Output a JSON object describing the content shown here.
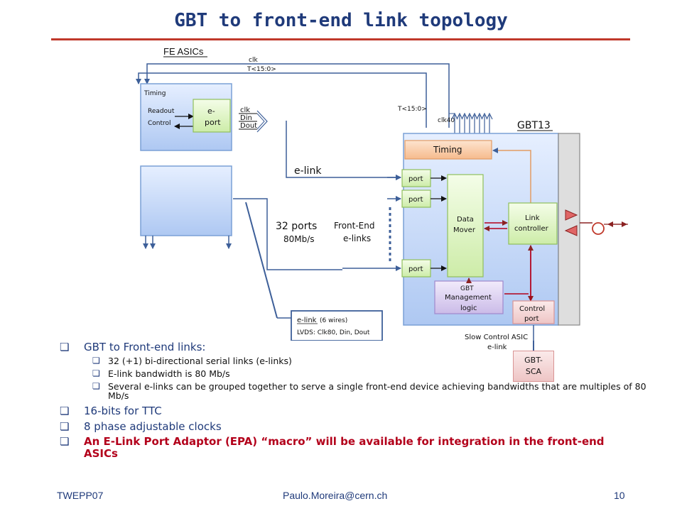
{
  "title": "GBT to front-end link topology",
  "diagram": {
    "fe_asics": "FE ASICs",
    "clk_top": "clk",
    "t_bus_top": "T<15:0>",
    "timing_small": "Timing",
    "readout": "Readout",
    "control": "Control",
    "eport_line1": "e-",
    "eport_line2": "port",
    "sig_clk": "clk",
    "sig_din": "Din",
    "sig_dout": "Dout",
    "elink": "e-link",
    "ports_32": "32 ports",
    "mbps_80": "80Mb/s",
    "fe_elinks_1": "Front-End",
    "fe_elinks_2": "e-links",
    "t_bus_right": "T<15:0>",
    "clk40": "clk40",
    "gbt13": "GBT13",
    "timing_block": "Timing",
    "port": "port",
    "data_mover_1": "Data",
    "data_mover_2": "Mover",
    "link_ctrl_1": "Link",
    "link_ctrl_2": "controller",
    "gbt_mgmt_1": "GBT",
    "gbt_mgmt_2": "Management",
    "gbt_mgmt_3": "logic",
    "ctrl_port_1": "Control",
    "ctrl_port_2": "port",
    "slow_ctrl_1": "Slow Control ASIC",
    "slow_ctrl_2": "e-link",
    "gbt_sca_1": "GBT-",
    "gbt_sca_2": "SCA",
    "legend_title": "e-link",
    "legend_wires": "(6 wires)",
    "legend_lvds": "LVDS:  Clk80, Din, Dout"
  },
  "bullets": {
    "b1": "GBT to Front-end links:",
    "b1_1": "32 (+1) bi-directional serial links (e-links)",
    "b1_2": "E-link bandwidth is 80 Mb/s",
    "b1_3": "Several e-links can be grouped together to serve a single front-end device achieving bandwidths that are multiples of 80 Mb/s",
    "b2": "16-bits for TTC",
    "b3": "8 phase adjustable clocks",
    "b4": "An E-Link Port Adaptor (EPA) “macro” will be available for integration in the front-end ASICs"
  },
  "footer": {
    "left": "TWEPP07",
    "center": "Paulo.Moreira@cern.ch",
    "right": "10"
  }
}
